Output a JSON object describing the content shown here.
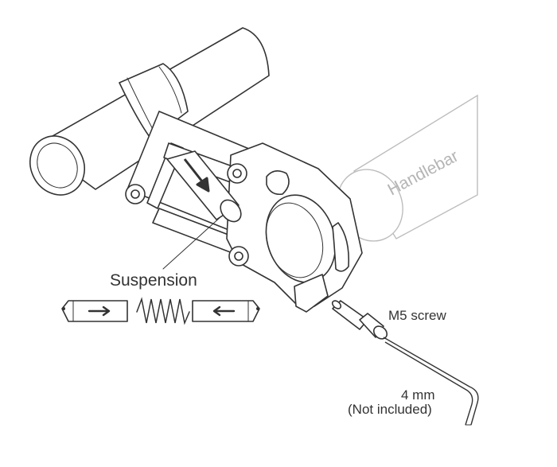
{
  "labels": {
    "handlebar": "Handlebar",
    "suspension": "Suspension",
    "m5_screw": "M5 screw",
    "tool_size": "4 mm",
    "tool_note": "(Not included)"
  },
  "colors": {
    "line": "#333333",
    "handlebar_line": "#bdbdbd",
    "handlebar_text": "#b5b5b5",
    "background": "#ffffff"
  }
}
